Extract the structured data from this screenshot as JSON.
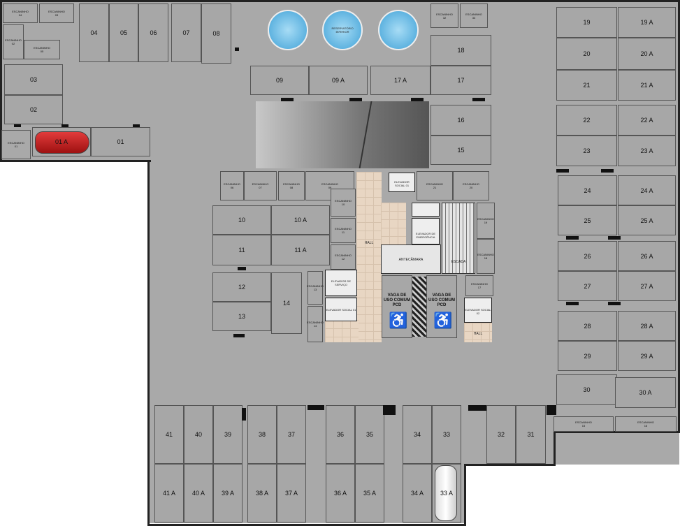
{
  "tanks": {
    "label": "RESERVATÓRIO INFERIOR"
  },
  "hall_labels": [
    "HALL",
    "ANTECÂMARA",
    "ESCADA",
    "HALL"
  ],
  "elevators": [
    "ELEVADOR SOCIAL 01",
    "ELEVADOR DE EMERGÊNCIA",
    "ELEVADOR DE SERVIÇO",
    "ELEVADOR SOCIAL 01",
    "ELEVADOR SOCIAL 02"
  ],
  "pcd": {
    "label": "VAGA DE USO COMUM PCD"
  },
  "parking_spaces": [
    "01",
    "01 A",
    "02",
    "03",
    "04",
    "05",
    "06",
    "07",
    "08",
    "09",
    "09 A",
    "10",
    "10 A",
    "11",
    "11 A",
    "12",
    "13",
    "14",
    "15",
    "16",
    "17",
    "17 A",
    "18",
    "19",
    "19 A",
    "20",
    "20 A",
    "21",
    "21 A",
    "22",
    "22 A",
    "23",
    "23 A",
    "24",
    "24 A",
    "25",
    "25 A",
    "26",
    "26 A",
    "27",
    "27 A",
    "28",
    "28 A",
    "29",
    "29 A",
    "30",
    "30 A",
    "31",
    "32",
    "33",
    "33 A",
    "34",
    "34 A",
    "35",
    "35 A",
    "36",
    "36 A",
    "37",
    "37 A",
    "38",
    "38 A",
    "39",
    "39 A",
    "40",
    "40 A",
    "41",
    "41 A"
  ],
  "storage_units": [
    {
      "label": "ESCANINHO",
      "num": "04"
    },
    {
      "label": "ESCANINHO",
      "num": "03"
    },
    {
      "label": "ESCANINHO",
      "num": "05"
    },
    {
      "label": "ESCANINHO",
      "num": "02"
    },
    {
      "label": "ESCANINHO",
      "num": "01"
    },
    {
      "label": "ESCANINHO",
      "num": "32"
    },
    {
      "label": "ESCANINHO",
      "num": "33"
    },
    {
      "label": "ESCANINHO",
      "num": "06"
    },
    {
      "label": "ESCANINHO",
      "num": "07"
    },
    {
      "label": "ESCANINHO",
      "num": "08"
    },
    {
      "label": "ESCANINHO",
      "num": "09"
    },
    {
      "label": "ESCANINHO",
      "num": "10"
    },
    {
      "label": "ESCANINHO",
      "num": "11"
    },
    {
      "label": "ESCANINHO",
      "num": "12"
    },
    {
      "label": "ESCANINHO",
      "num": "21"
    },
    {
      "label": "ESCANINHO",
      "num": "20"
    },
    {
      "label": "ESCANINHO",
      "num": "19"
    },
    {
      "label": "ESCANINHO",
      "num": "18"
    },
    {
      "label": "ESCANINHO",
      "num": "17"
    },
    {
      "label": "ESCANINHO",
      "num": "13"
    },
    {
      "label": "ESCANINHO",
      "num": "14"
    },
    {
      "label": "ESCANINHO",
      "num": "15"
    },
    {
      "label": "ESCANINHO",
      "num": "16"
    }
  ]
}
